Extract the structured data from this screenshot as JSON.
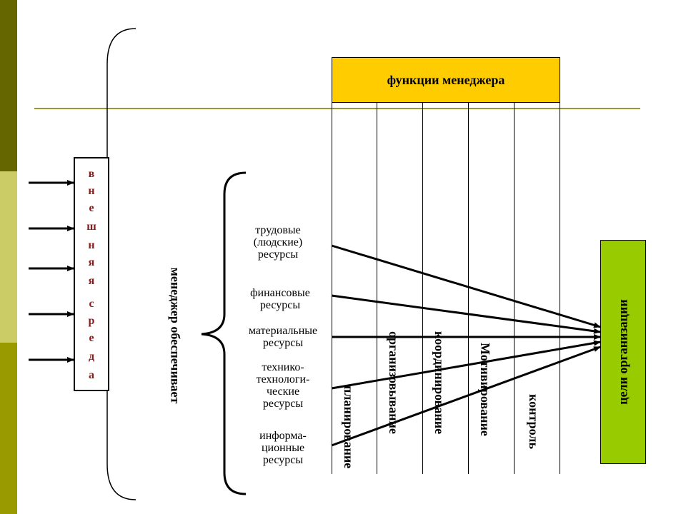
{
  "colors": {
    "stripe_dark": "#666600",
    "stripe_light": "#cccc66",
    "stripe_mid": "#999900",
    "divider_line": "#999933",
    "header_fill": "#ffcc00",
    "goals_fill": "#99cc00",
    "env_text": "#8b1a1a"
  },
  "header": {
    "title": "функции менеджера"
  },
  "functions": [
    {
      "label": "планирование"
    },
    {
      "label": "организовывание"
    },
    {
      "label": "координирование"
    },
    {
      "label": "Мотивирование"
    },
    {
      "label": "контроль"
    }
  ],
  "environment": {
    "letters": [
      "в",
      "н",
      "е",
      "ш",
      "н",
      "я",
      "я",
      "с",
      "р",
      "е",
      "д",
      "а"
    ]
  },
  "manager": {
    "label": "менеджер обеспечивает"
  },
  "resources": [
    {
      "label": "трудовые\n(людские)\nресурсы"
    },
    {
      "label": "финансовые\nресурсы"
    },
    {
      "label": "материальные\nресурсы"
    },
    {
      "label": "технико-\nтехнологи-\nческие\nресурсы"
    },
    {
      "label": "информа-\nционные\nресурсы"
    }
  ],
  "goals": {
    "label": "цели организации"
  },
  "icons": {
    "input_arrows": "arrow-right-icon",
    "brace": "curly-brace-icon"
  }
}
